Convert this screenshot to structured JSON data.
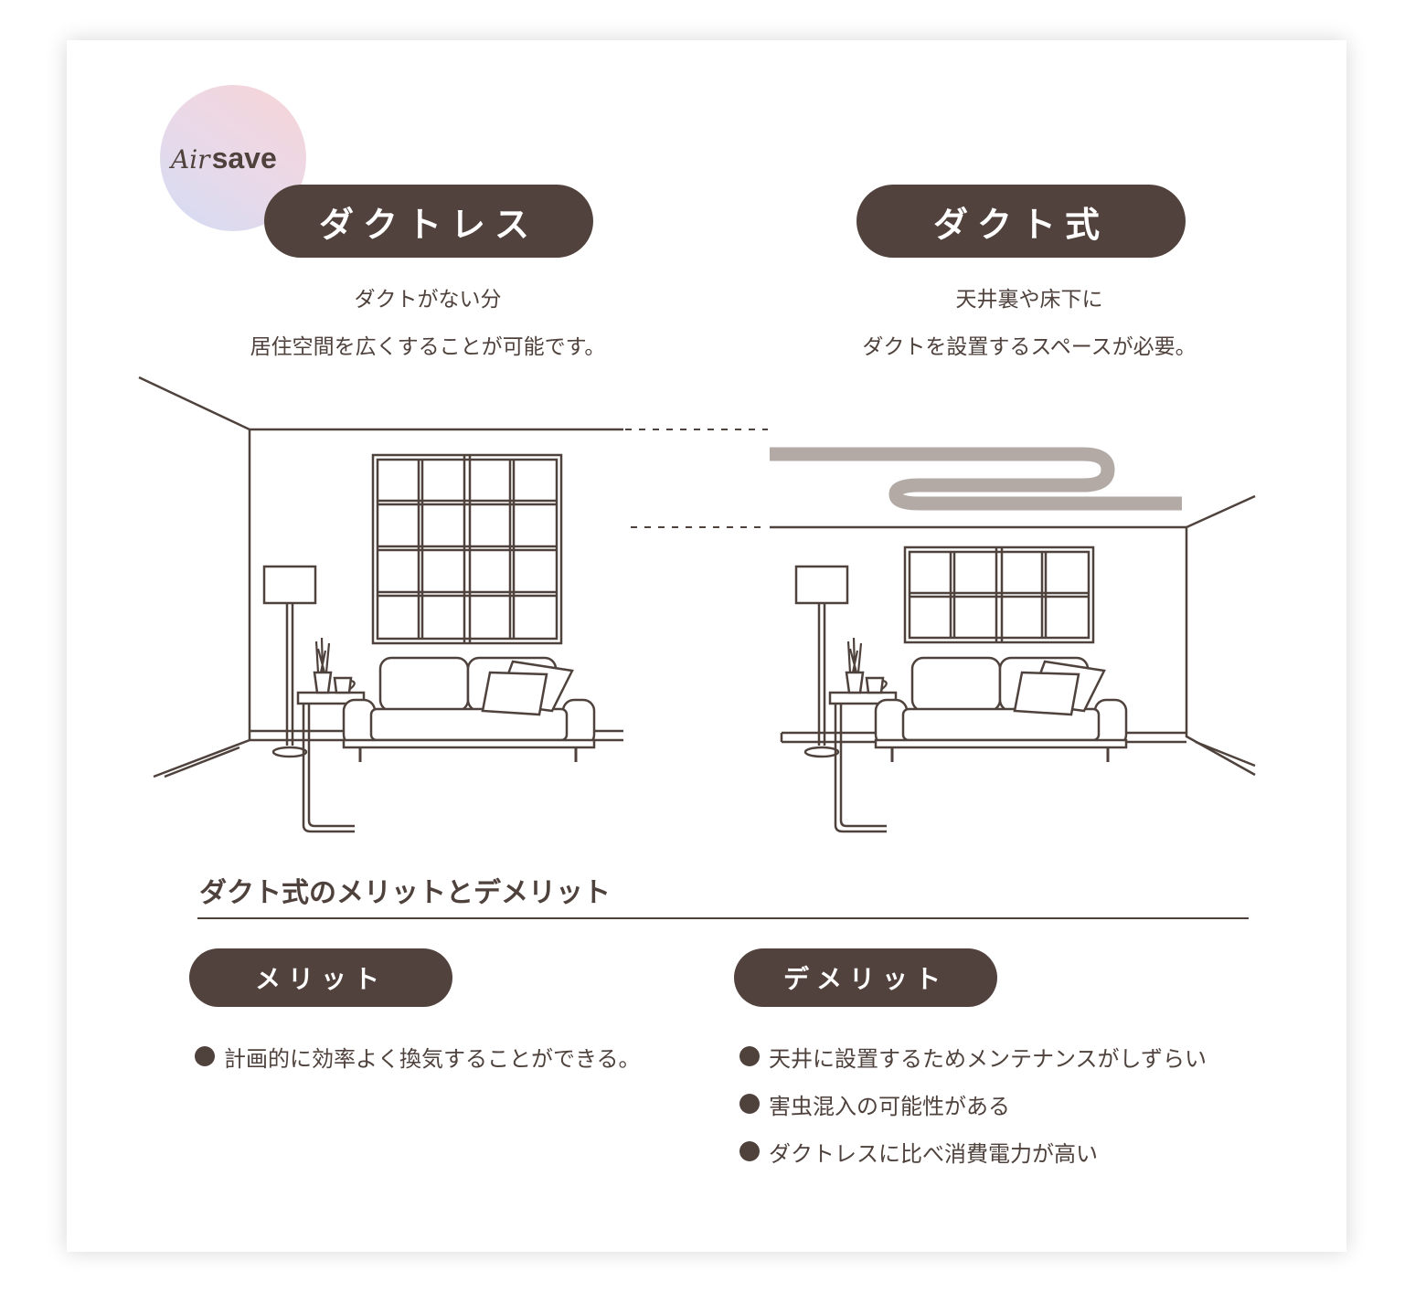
{
  "logo": {
    "air": "Air",
    "save": "save"
  },
  "left_panel": {
    "title": "ダクトレス",
    "desc_line1": "ダクトがない分",
    "desc_line2": "居住空間を広くすることが可能です。"
  },
  "right_panel": {
    "title": "ダクト式",
    "desc_line1": "天井裏や床下に",
    "desc_line2": "ダクトを設置するスペースが必要。"
  },
  "section": {
    "title": "ダクト式のメリットとデメリット"
  },
  "merit": {
    "label": "メリット",
    "items": [
      "計画的に効率よく換気することができる。"
    ]
  },
  "demerit": {
    "label": "デメリット",
    "items": [
      "天井に設置するためメンテナンスがしずらい",
      "害虫混入の可能性がある",
      "ダクトレスに比べ消費電力が高い"
    ]
  },
  "colors": {
    "primary": "#52423d",
    "duct": "#b3aaa6",
    "line": "#4f423d"
  }
}
